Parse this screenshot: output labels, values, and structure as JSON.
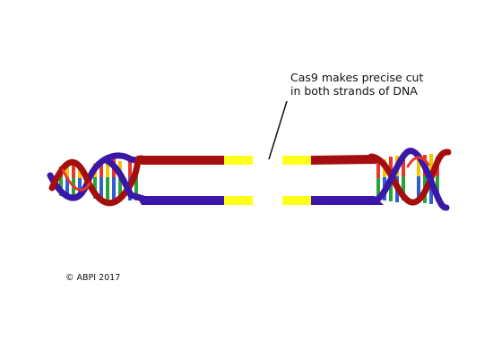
{
  "annotation": {
    "line1": "Cas9 makes precise cut",
    "line2": "in both strands of DNA"
  },
  "copyright": "© ABPI 2017",
  "colors": {
    "top_strand": "#a50e0e",
    "bottom_strand": "#3a17a6",
    "cut_ends": "#ffff1a",
    "base_pairs": [
      "#e8362d",
      "#27a33a",
      "#f5c400",
      "#2f5fd0"
    ]
  }
}
